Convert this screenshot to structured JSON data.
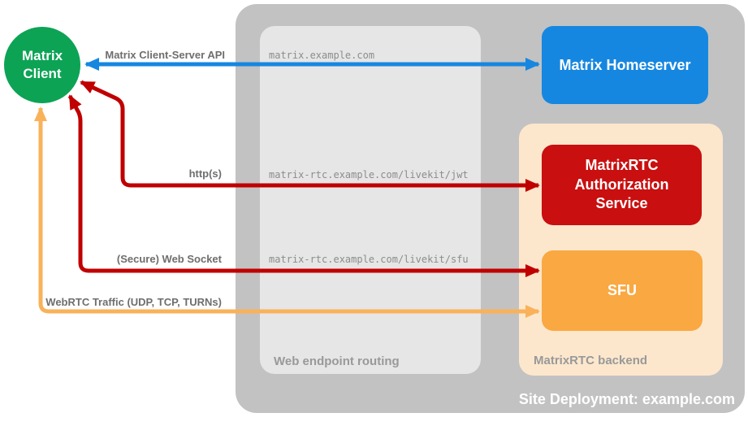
{
  "colors": {
    "green": "#0ca355",
    "blue": "#1687e0",
    "red": "#c90f0f",
    "red-arrow": "#c00000",
    "orange": "#faa841",
    "orange-arrow": "#f9b25a",
    "peach": "#fce7cd",
    "outer-gray": "#c2c2c2",
    "inner-gray": "#e6e6e6",
    "label-gray": "#6e6e6e",
    "group-label-gray": "#999999",
    "url-gray": "#8c8c8c"
  },
  "nodes": {
    "client": {
      "label": "Matrix\nClient"
    },
    "homeserver": {
      "label": "Matrix Homeserver"
    },
    "auth_service": {
      "label": "MatrixRTC\nAuthorization\nService"
    },
    "sfu": {
      "label": "SFU"
    }
  },
  "groups": {
    "deployment": {
      "label": "Site Deployment: example.com"
    },
    "routing": {
      "label": "Web endpoint routing"
    },
    "backend": {
      "label": "MatrixRTC backend"
    }
  },
  "endpoints": {
    "homeserver": "matrix.example.com",
    "jwt": "matrix-rtc.example.com/livekit/jwt",
    "sfu": "matrix-rtc.example.com/livekit/sfu"
  },
  "arrows": {
    "cs_api": {
      "label": "Matrix Client-Server API"
    },
    "http": {
      "label": "http(s)"
    },
    "websocket": {
      "label": "(Secure) Web Socket"
    },
    "webrtc": {
      "label": "WebRTC Traffic (UDP, TCP, TURNs)"
    }
  }
}
